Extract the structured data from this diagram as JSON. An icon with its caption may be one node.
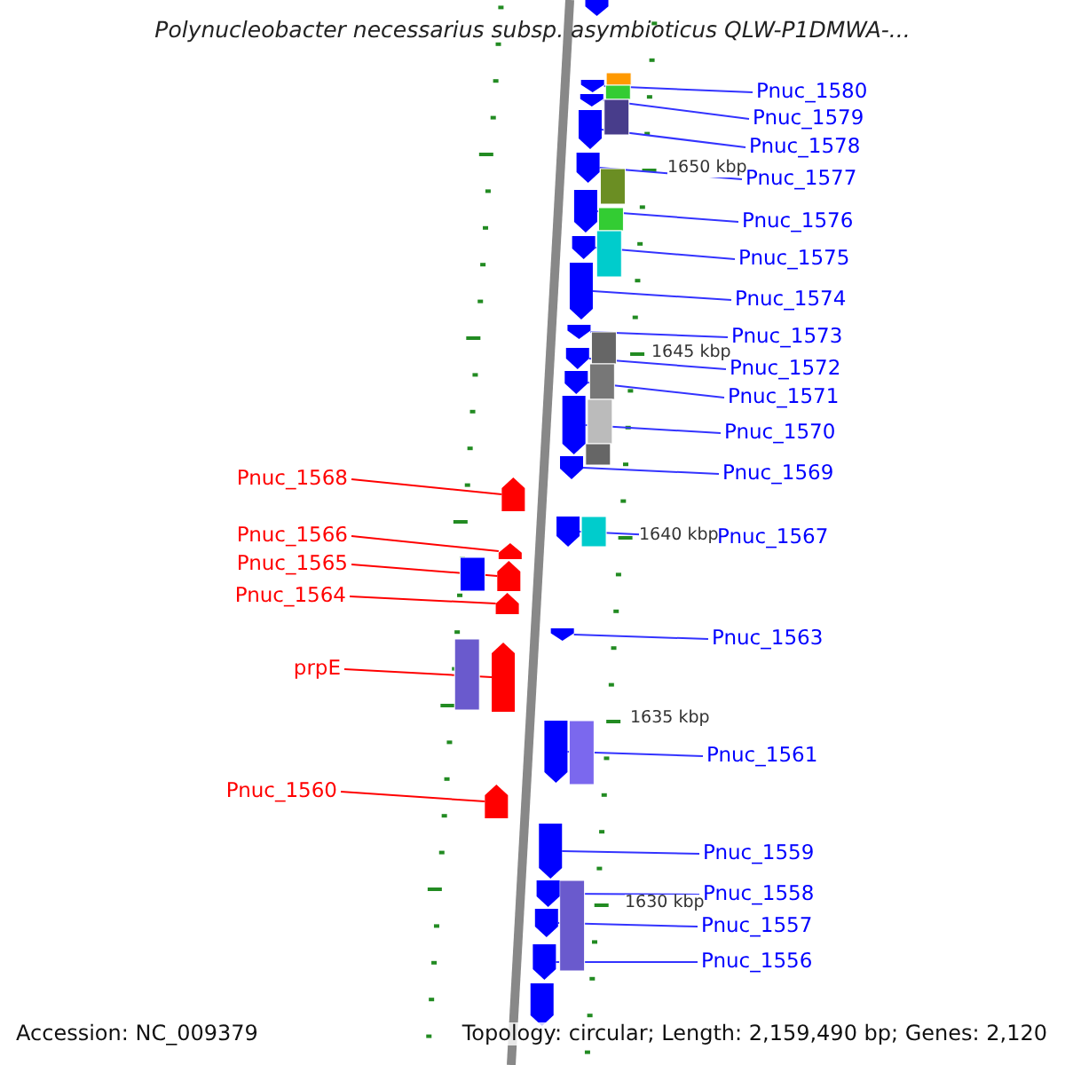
{
  "diagram": {
    "title": "Polynucleobacter necessarius subsp. asymbioticus QLW-P1DMWA-...",
    "nodes": [
      {
        "text": [
          "Pnuc_1580"
        ]
      },
      {
        "text": [
          "Pnuc_1579"
        ]
      },
      {
        "text": [
          "Pnuc_1578"
        ]
      },
      {
        "text": [
          "Pnuc_1577"
        ]
      },
      {
        "text": [
          "Pnuc_1576"
        ]
      },
      {
        "text": [
          "Pnuc_1575"
        ]
      },
      {
        "text": [
          "Pnuc_1574"
        ]
      },
      {
        "text": [
          "Pnuc_1573"
        ]
      },
      {
        "text": [
          "Pnuc_1572"
        ]
      },
      {
        "text": [
          "Pnuc_1571"
        ]
      },
      {
        "text": [
          "Pnuc_1570"
        ]
      },
      {
        "text": [
          "Pnuc_1569"
        ]
      },
      {
        "text": [
          "Pnuc_1568"
        ]
      },
      {
        "text": [
          "Pnuc_1567"
        ]
      },
      {
        "text": [
          "Pnuc_1566"
        ]
      },
      {
        "text": [
          "Pnuc_1565"
        ]
      },
      {
        "text": [
          "Pnuc_1564"
        ]
      },
      {
        "text": [
          "Pnuc_1563"
        ]
      },
      {
        "text": [
          "prpE"
        ]
      },
      {
        "text": [
          "Pnuc_1561"
        ]
      },
      {
        "text": [
          "Pnuc_1560"
        ]
      },
      {
        "text": [
          "Pnuc_1559"
        ]
      },
      {
        "text": [
          "Pnuc_1558"
        ]
      },
      {
        "text": [
          "Pnuc_1557"
        ]
      },
      {
        "text": [
          "Pnuc_1556"
        ]
      },
      {
        "text": [],
        "shape": "arrow"
      },
      {
        "text": [],
        "shape": "arrow"
      },
      {
        "text": [],
        "shape": "arrow"
      },
      {
        "text": [],
        "shape": "arrow"
      },
      {
        "text": [],
        "shape": "arrow"
      },
      {
        "text": [],
        "shape": "arrow"
      },
      {
        "text": [],
        "shape": "arrow"
      },
      {
        "text": [],
        "shape": "arrow"
      },
      {
        "text": [],
        "shape": "arrow"
      },
      {
        "text": [],
        "shape": "arrow"
      },
      {
        "text": [],
        "shape": "arrow"
      },
      {
        "text": [],
        "shape": "arrow"
      },
      {
        "text": [],
        "shape": "arrow"
      },
      {
        "text": [],
        "shape": "arrow"
      },
      {
        "text": [],
        "shape": "arrow"
      },
      {
        "text": [],
        "shape": "arrow"
      },
      {
        "text": [],
        "shape": "arrow"
      },
      {
        "text": [],
        "shape": "arrow"
      },
      {
        "text": [],
        "shape": "arrow"
      },
      {
        "text": [],
        "shape": "arrow"
      },
      {
        "text": [],
        "shape": "arrow"
      },
      {
        "text": [],
        "shape": "arrow"
      },
      {
        "text": [],
        "shape": "arrow"
      },
      {
        "text": [],
        "shape": "arrow"
      },
      {
        "text": [],
        "shape": "arrow"
      },
      {
        "text": [],
        "shape": "arrow"
      },
      {
        "text": [],
        "shape": "arrow"
      }
    ],
    "edges": [
      {
        "from": 0,
        "to": 25,
        "arrow": "none"
      },
      {
        "from": 1,
        "to": 26,
        "arrow": "none"
      },
      {
        "from": 2,
        "to": 27,
        "arrow": "none"
      },
      {
        "from": 3,
        "to": 28,
        "arrow": "none"
      },
      {
        "from": 4,
        "to": 29,
        "arrow": "none"
      },
      {
        "from": 5,
        "to": 30,
        "arrow": "none"
      },
      {
        "from": 6,
        "to": 31,
        "arrow": "none"
      },
      {
        "from": 7,
        "to": 32,
        "arrow": "none"
      },
      {
        "from": 8,
        "to": 33,
        "arrow": "none"
      },
      {
        "from": 9,
        "to": 34,
        "arrow": "none"
      },
      {
        "from": 10,
        "to": 35,
        "arrow": "none"
      },
      {
        "from": 11,
        "to": 36,
        "arrow": "none"
      },
      {
        "from": 12,
        "to": 37,
        "arrow": "none",
        "color": "#ff0000"
      },
      {
        "from": 13,
        "to": 38,
        "arrow": "none"
      },
      {
        "from": 14,
        "to": 39,
        "arrow": "none",
        "color": "#ff0000"
      },
      {
        "from": 15,
        "to": 40,
        "arrow": "none",
        "color": "#ff0000"
      },
      {
        "from": 16,
        "to": 41,
        "arrow": "none",
        "color": "#ff0000"
      },
      {
        "from": 17,
        "to": 42,
        "arrow": "none"
      },
      {
        "from": 18,
        "to": 43,
        "arrow": "none",
        "color": "#ff0000"
      },
      {
        "from": 19,
        "to": 44,
        "arrow": "none"
      },
      {
        "from": 20,
        "to": 45,
        "arrow": "none",
        "color": "#ff0000"
      },
      {
        "from": 21,
        "to": 46,
        "arrow": "none"
      },
      {
        "from": 22,
        "to": 47,
        "arrow": "none"
      },
      {
        "from": 23,
        "to": 48,
        "arrow": "none"
      },
      {
        "from": 24,
        "to": 49,
        "arrow": "none"
      }
    ],
    "labels": [
      "1650 kbp",
      "1645 kbp",
      "1640 kbp",
      "1635 kbp",
      "1630 kbp",
      "Accession: NC_009379",
      "Topology: circular; Length: 2,159,490 bp; Genes: 2,120"
    ]
  }
}
